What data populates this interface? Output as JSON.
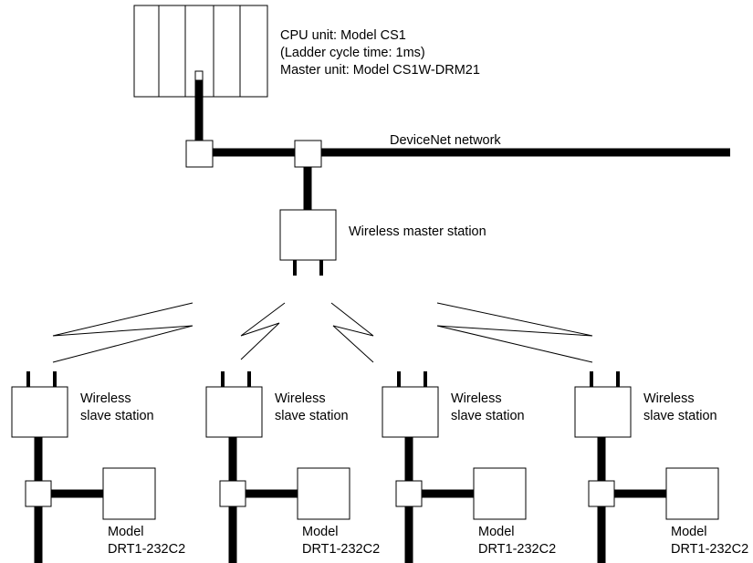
{
  "cpu": {
    "lines": [
      "CPU unit: Model CS1",
      "(Ladder cycle time: 1ms)",
      "Master unit: Model CS1W-DRM21"
    ]
  },
  "network_label": "DeviceNet network",
  "master_label": "Wireless master station",
  "slaves": [
    {
      "label_1": "Wireless",
      "label_2": "slave station",
      "model_1": "Model",
      "model_2": "DRT1-232C2"
    },
    {
      "label_1": "Wireless",
      "label_2": "slave station",
      "model_1": "Model",
      "model_2": "DRT1-232C2"
    },
    {
      "label_1": "Wireless",
      "label_2": "slave station",
      "model_1": "Model",
      "model_2": "DRT1-232C2"
    },
    {
      "label_1": "Wireless",
      "label_2": "slave station",
      "model_1": "Model",
      "model_2": "DRT1-232C2"
    }
  ]
}
